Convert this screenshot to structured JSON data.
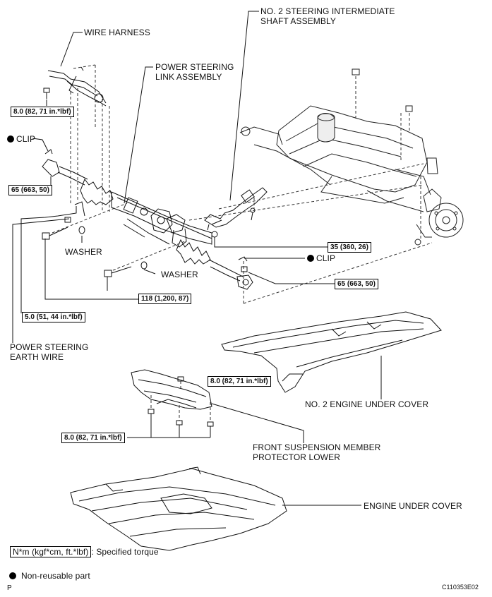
{
  "labels": {
    "wire_harness": "WIRE HARNESS",
    "power_steering_link_1": "POWER STEERING",
    "power_steering_link_2": "LINK ASSEMBLY",
    "no2_shaft_1": "NO. 2 STEERING INTERMEDIATE",
    "no2_shaft_2": "SHAFT ASSEMBLY",
    "clip_left": "CLIP",
    "clip_right": "CLIP",
    "washer_1": "WASHER",
    "washer_2": "WASHER",
    "earth_wire_1": "POWER STEERING",
    "earth_wire_2": "EARTH WIRE",
    "no2_engine_under_cover": "NO. 2 ENGINE UNDER COVER",
    "front_susp_1": "FRONT SUSPENSION MEMBER",
    "front_susp_2": "PROTECTOR LOWER",
    "engine_under_cover": "ENGINE UNDER COVER"
  },
  "torques": {
    "t_wire_harness": "8.0 (82, 71 in.*lbf)",
    "t_tie_rod_left": "65 (663, 50)",
    "t_shaft": "35 (360, 26)",
    "t_tie_rod_right": "65 (663, 50)",
    "t_bolts": "118 (1,200, 87)",
    "t_earth": "5.0 (51, 44 in.*lbf)",
    "t_no2_cover": "8.0 (82, 71 in.*lbf)",
    "t_protector": "8.0 (82, 71 in.*lbf)"
  },
  "legend": {
    "torque_unit": "N*m (kgf*cm, ft.*lbf)",
    "torque_desc": ": Specified torque",
    "non_reusable": "Non-reusable part"
  },
  "footer": {
    "left_code": "P",
    "figure_id": "C110353E02"
  },
  "colors": {
    "ink": "#111111",
    "background": "#ffffff",
    "shade": "#8a8a8a"
  }
}
